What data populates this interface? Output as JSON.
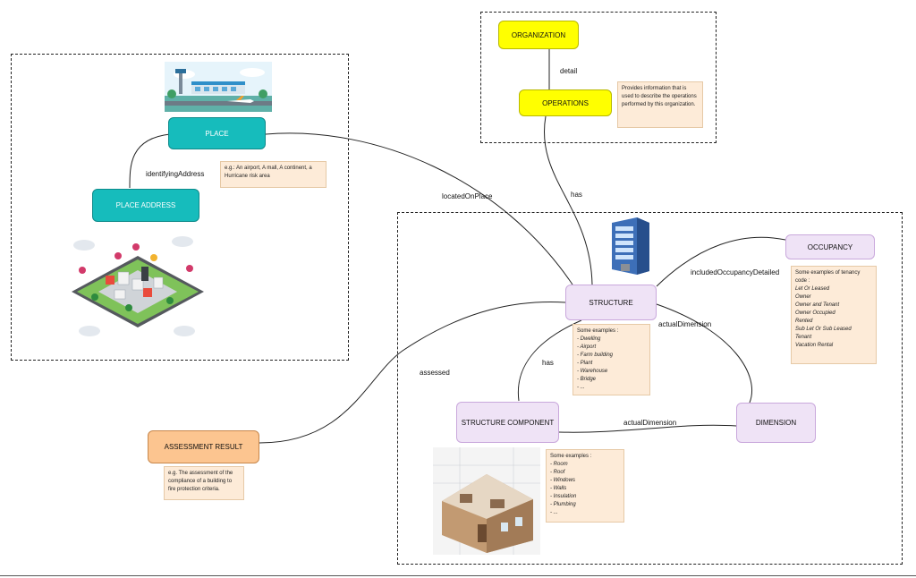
{
  "nodes": {
    "organization": "ORGANIZATION",
    "operations": "OPERATIONS",
    "place": "PLACE",
    "place_address": "PLACE ADDRESS",
    "structure": "STRUCTURE",
    "occupancy": "OCCUPANCY",
    "structure_component": "STRUCTURE COMPONENT",
    "dimension": "DIMENSION",
    "assessment_result": "ASSESSMENT RESULT"
  },
  "edges": {
    "detail": "detail",
    "identifying_address": "identifyingAddress",
    "located_on_place": "locatedOnPlace",
    "has_operations": "has",
    "included_occupancy": "includedOccupancyDetailed",
    "actual_dimension_structure": "actualDimension",
    "has_component": "has",
    "actual_dimension_component": "actualDimension",
    "assessed": "assessed"
  },
  "notes": {
    "operations": "Provides information that is used to describe the operations performed by this organization.",
    "place_line1": "e.g.: An airport, A mall, A continent, a",
    "place_line2": "Hurricane risk area",
    "structure_title": "Some examples :",
    "structure_items": [
      "- Dwelling",
      "- Airport",
      "- Farm building",
      "- Plant",
      "- Warehouse",
      "- Bridge",
      "- ..."
    ],
    "occupancy_title": "Some examples of tenancy code :",
    "occupancy_items": [
      "Let Or Leased",
      "Owner",
      "Owner and Tenant",
      "Owner Occupied",
      "Rented",
      "Sub Let Or Sub Leased",
      "Tenant",
      "Vacation Rental"
    ],
    "component_title": "Some examples :",
    "component_items": [
      "- Room",
      "- Roof",
      "- Windows",
      "- Walls",
      "- Insulation",
      "- Plumbing",
      "- ..."
    ],
    "assessment": "e.g. The assessment of the compliance of a building to fire protection criteria."
  },
  "colors": {
    "yellow": "#ffff00",
    "teal": "#16bcbc",
    "lavender": "#efe3f6",
    "orange": "#fcc590",
    "note": "#fdebd8"
  },
  "icons": {
    "airport": "airport-illustration",
    "city": "city-map-illustration",
    "building": "office-building-icon",
    "house": "house-cutaway-illustration"
  }
}
